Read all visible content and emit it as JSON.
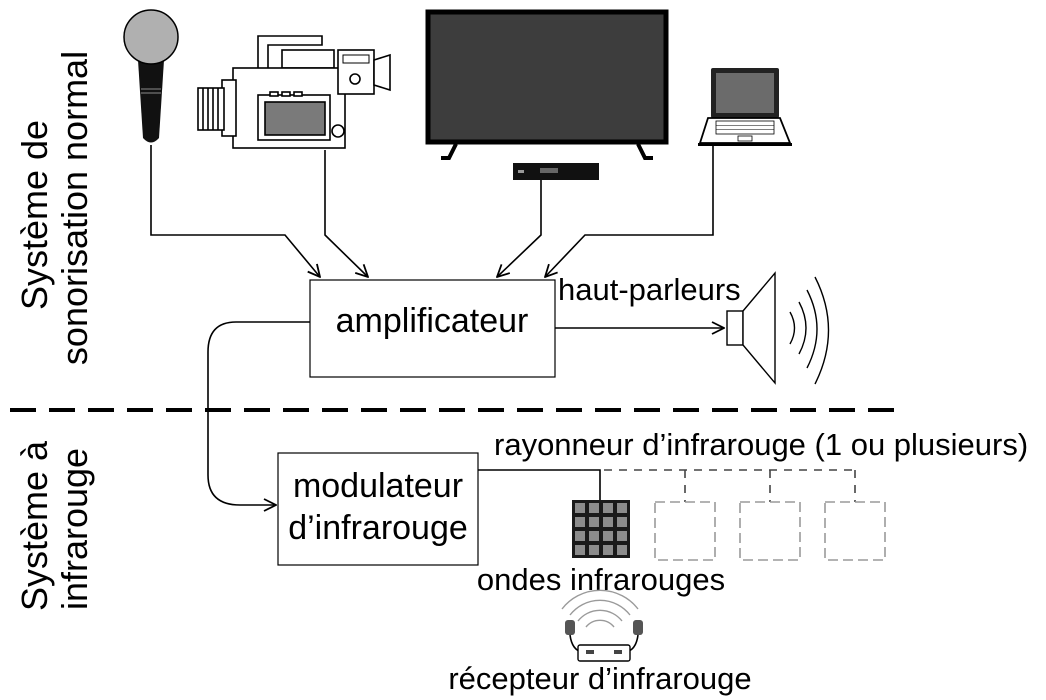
{
  "diagram": {
    "sections": {
      "normal_sound_system": {
        "line1": "Système de",
        "line2": "sonorisation normal"
      },
      "infrared_system": {
        "line1": "Système à",
        "line2": "infrarouge"
      }
    },
    "sources": [
      {
        "icon": "microphone-icon"
      },
      {
        "icon": "video-camera-icon"
      },
      {
        "icon": "television-icon"
      },
      {
        "icon": "set-top-box-icon"
      },
      {
        "icon": "laptop-icon"
      }
    ],
    "amplifier": {
      "label": "amplificateur"
    },
    "speakers": {
      "label": "haut-parleurs",
      "icon": "loudspeaker-icon"
    },
    "modulator": {
      "line1": "modulateur",
      "line2": "d’infrarouge"
    },
    "radiator": {
      "label": "rayonneur d’infrarouge (1 ou plusieurs)",
      "icon": "infrared-radiator-icon"
    },
    "waves": {
      "label": "ondes infrarouges"
    },
    "receiver": {
      "label": "récepteur d’infrarouge",
      "icon": "headset-receiver-icon"
    }
  },
  "colors": {
    "line": "#000000",
    "placeholder_outline": "#9a9a9a",
    "device_gray": "#b0b0b0",
    "screen_gray": "#3d3d3d"
  }
}
